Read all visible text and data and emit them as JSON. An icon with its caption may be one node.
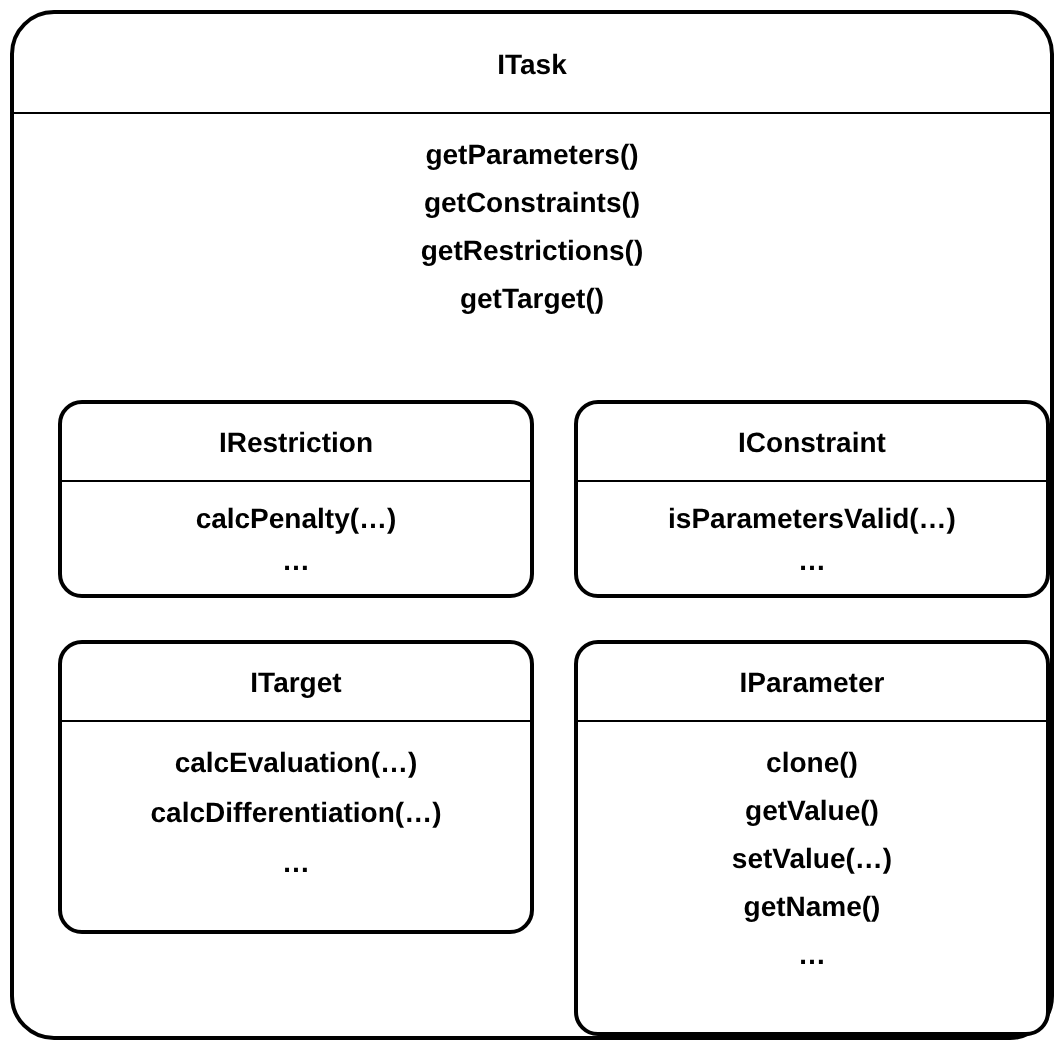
{
  "diagram": {
    "nodes": [
      {
        "text": [
          "ITask",
          "getParameters()",
          "getConstraints()",
          "getRestrictions()",
          "getTarget()"
        ]
      },
      {
        "text": [
          "IRestriction",
          "calcPenalty(…)",
          "…"
        ],
        "in": 0
      },
      {
        "text": [
          "IConstraint",
          "isParametersValid(…)",
          "…"
        ],
        "in": 0
      },
      {
        "text": [
          "ITarget",
          "calcEvaluation(…)",
          "calcDifferentiation(…)",
          "…"
        ],
        "in": 0
      },
      {
        "text": [
          "IParameter",
          "clone()",
          "getValue()",
          "setValue(…)",
          "getName()",
          "…"
        ],
        "in": 0
      }
    ]
  }
}
